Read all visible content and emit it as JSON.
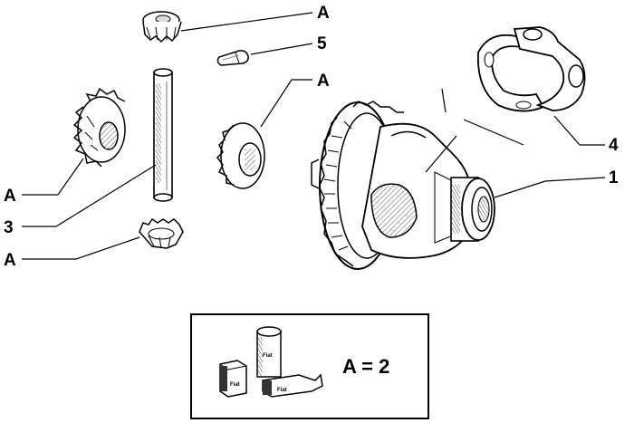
{
  "callouts": {
    "a_top": "A",
    "five": "5",
    "a_mid": "A",
    "four": "4",
    "one": "1",
    "a_left": "A",
    "three": "3",
    "a_bottom": "A"
  },
  "legend": {
    "equation": "A = 2",
    "label_can": "Fiat",
    "label_box": "Fiat",
    "label_tube": "Fiat"
  },
  "colors": {
    "ink": "#000000",
    "paper": "#ffffff",
    "shade": "#9a9a9a"
  }
}
